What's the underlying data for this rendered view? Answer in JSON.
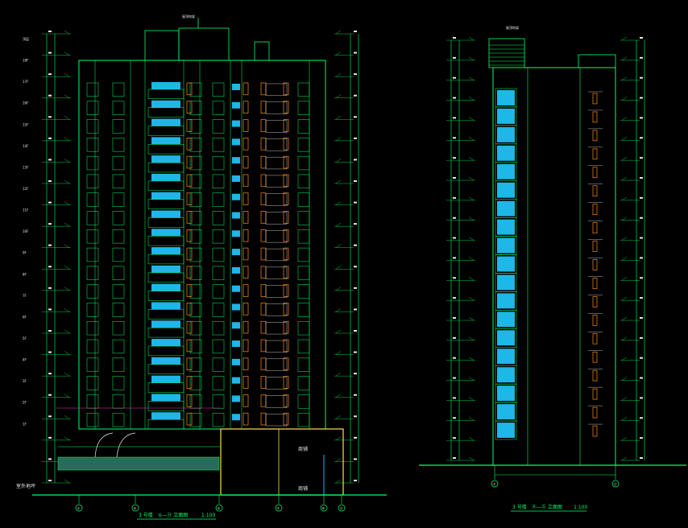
{
  "drawing": {
    "colors": {
      "background": "#000000",
      "outline": "#00ff66",
      "glazing": "#1fb6e8",
      "window_frame": "#ff8c1a",
      "text": "#e8e8e8",
      "podium_fill": "#2a6a5c",
      "shop_outline": "#ffe14d",
      "grid_lines": "#00cc44",
      "accent_magenta": "#ff33cc"
    },
    "left_elevation": {
      "title": "3 号楼",
      "axis_range": "①—⑪ 立面图",
      "scale": "1:100",
      "floors": 19,
      "floor_marks": [
        "顶层",
        "18F",
        "17F",
        "16F",
        "15F",
        "14F",
        "13F",
        "12F",
        "11F",
        "10F",
        "9F",
        "8F",
        "7F",
        "6F",
        "5F",
        "4F",
        "3F",
        "2F",
        "1F"
      ],
      "podium_label_1": "商铺",
      "podium_label_2": "商铺",
      "ground_label": "室外地坪",
      "axis_labels": [
        "①",
        "③",
        "⑤",
        "⑦",
        "⑨",
        "⑪"
      ],
      "roof_note": "屋顶构架"
    },
    "right_elevation": {
      "title": "3 号楼",
      "axis_range": "Ⓐ—Ⓖ 立面图",
      "scale": "1:100",
      "floors": 19,
      "axis_labels": [
        "Ⓐ",
        "Ⓖ"
      ],
      "roof_note": "屋顶构架"
    }
  }
}
